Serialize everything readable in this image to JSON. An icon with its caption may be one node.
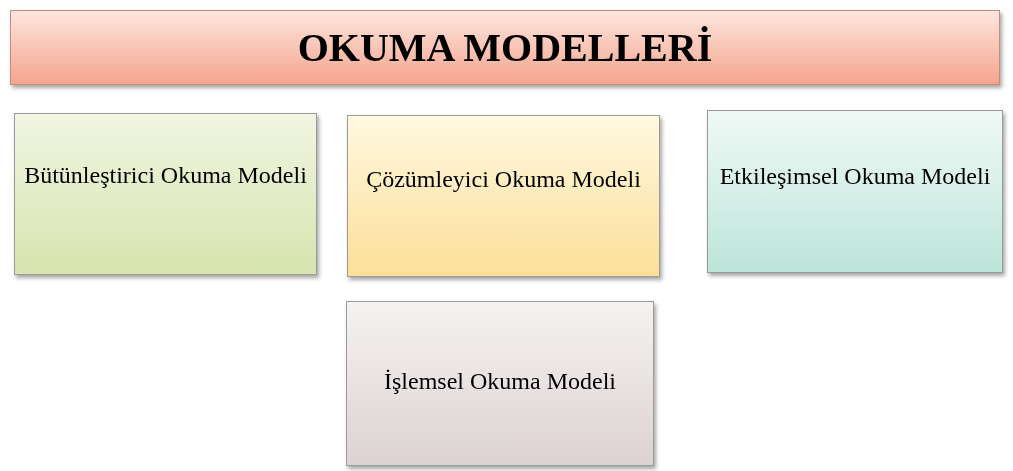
{
  "diagram": {
    "title": "OKUMA MODELLERİ",
    "nodes": [
      {
        "text": [
          "Bütünleştirici Okuma Modeli"
        ]
      },
      {
        "text": [
          "Çözümleyici Okuma Modeli"
        ]
      },
      {
        "text": [
          "Etkileşimsel Okuma Modeli"
        ]
      },
      {
        "text": [
          "İşlemsel Okuma Modeli"
        ]
      }
    ]
  }
}
